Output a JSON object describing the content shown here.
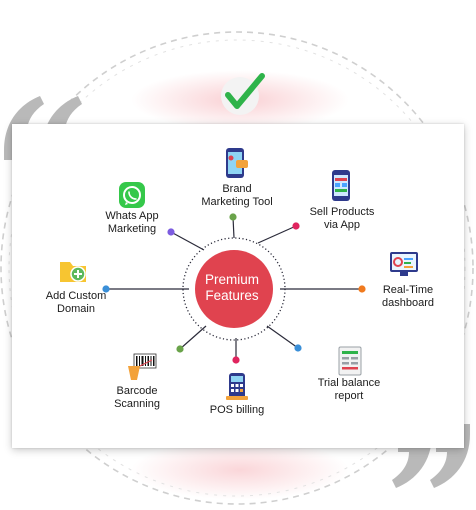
{
  "center": {
    "label": "Premium\nFeatures"
  },
  "features": [
    {
      "id": "brand-marketing-tool",
      "label": "Brand\nMarketing Tool",
      "icon": "smartphone-marketing-icon"
    },
    {
      "id": "sell-products-via-app",
      "label": "Sell Products\nvia App",
      "icon": "mobile-app-icon"
    },
    {
      "id": "real-time-dashboard",
      "label": "Real-Time\ndashboard",
      "icon": "monitor-dashboard-icon"
    },
    {
      "id": "trial-balance-report",
      "label": "Trial balance\nreport",
      "icon": "report-sheet-icon"
    },
    {
      "id": "pos-billing",
      "label": "POS billing",
      "icon": "pos-terminal-icon"
    },
    {
      "id": "barcode-scanning",
      "label": "Barcode\nScanning",
      "icon": "barcode-scanner-icon"
    },
    {
      "id": "add-custom-domain",
      "label": "Add Custom\nDomain",
      "icon": "folder-add-icon"
    },
    {
      "id": "whats-app-marketing",
      "label": "Whats App\nMarketing",
      "icon": "whatsapp-icon"
    }
  ],
  "colors": {
    "center": "#e0434f",
    "check": "#2fb34a",
    "quote": "#b9b9b9",
    "dot_purple": "#7c5ce0",
    "dot_green": "#6aa34a",
    "dot_pink": "#e0245e",
    "dot_blue": "#3a8fd8",
    "dot_orange": "#f07a1e"
  }
}
